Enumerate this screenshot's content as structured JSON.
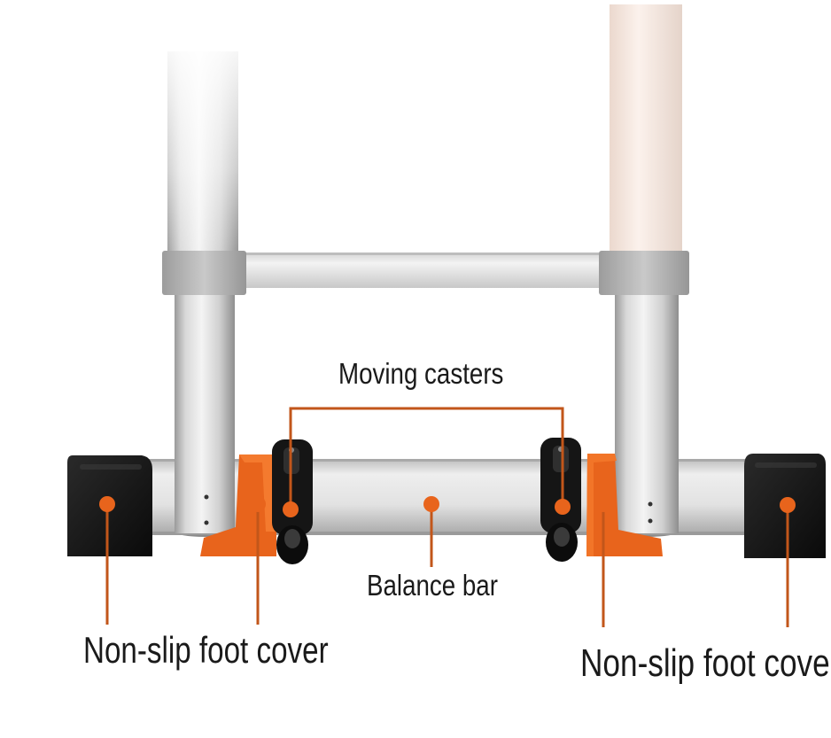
{
  "labels": {
    "moving_casters": "Moving casters",
    "balance_bar": "Balance bar",
    "foot_cover_left": "Non-slip foot cover",
    "foot_cover_right": "Non-slip foot cover"
  },
  "colors": {
    "accent_orange": "#e8641c",
    "callout_line": "#c2561a",
    "aluminum_light": "#e6e6e6",
    "aluminum_mid": "#c4c4c4",
    "aluminum_dark": "#9e9e9e",
    "rubber_black": "#141414",
    "text": "#1a1a1a"
  },
  "icons": {
    "callout_marker": "orange-dot",
    "caster": "wheel-icon",
    "foot_cover": "rubber-foot-icon"
  }
}
